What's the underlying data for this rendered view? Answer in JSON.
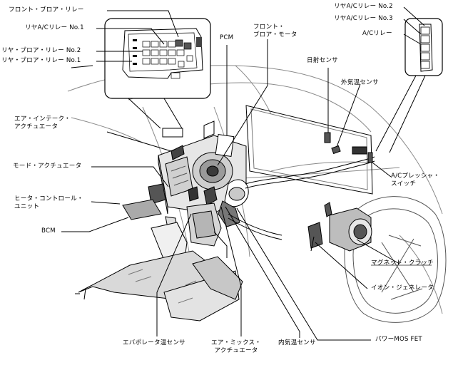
{
  "labels": {
    "front_blower_relay": "フロント・ブロア・リレー",
    "rear_ac_relay_no1": "リヤA/Cリレー No.1",
    "rear_blower_relay_no2": "リヤ・ブロア・リレー No.2",
    "rear_blower_relay_no1": "リヤ・ブロア・リレー No.1",
    "pcm": "PCM",
    "front_blower_motor_1": "フロント・",
    "front_blower_motor_2": "ブロア・モータ",
    "solar_sensor": "日射センサ",
    "ambient_temp_sensor": "外気温センサ",
    "rear_ac_relay_no2": "リヤA/Cリレー No.2",
    "rear_ac_relay_no3": "リヤA/Cリレー No.3",
    "ac_relay": "A/Cリレー",
    "air_intake_actuator_1": "エア・インテーク・",
    "air_intake_actuator_2": "アクチュエータ",
    "mode_actuator": "モード・アクチュエータ",
    "heater_control_unit_1": "ヒータ・コントロール・",
    "heater_control_unit_2": "ユニット",
    "bcm": "BCM",
    "ac_pressure_switch_1": "A/Cプレッシャ・",
    "ac_pressure_switch_2": "スイッチ",
    "magnetic_clutch": "マグネット・クラッチ",
    "ion_generator": "イオン・ジェネレータ",
    "power_mosfet": "パワーMOS FET",
    "evaporator_temp_sensor": "エバポレータ温センサ",
    "air_mix_actuator_1": "エア・ミックス・",
    "air_mix_actuator_2": "アクチュエータ",
    "cabin_temp_sensor": "内気温センサ"
  },
  "colors": {
    "line": "#000000",
    "body_line": "#888888",
    "part_fill": "#d9d9d9",
    "dark_part": "#3a3a3a",
    "background": "#ffffff"
  }
}
